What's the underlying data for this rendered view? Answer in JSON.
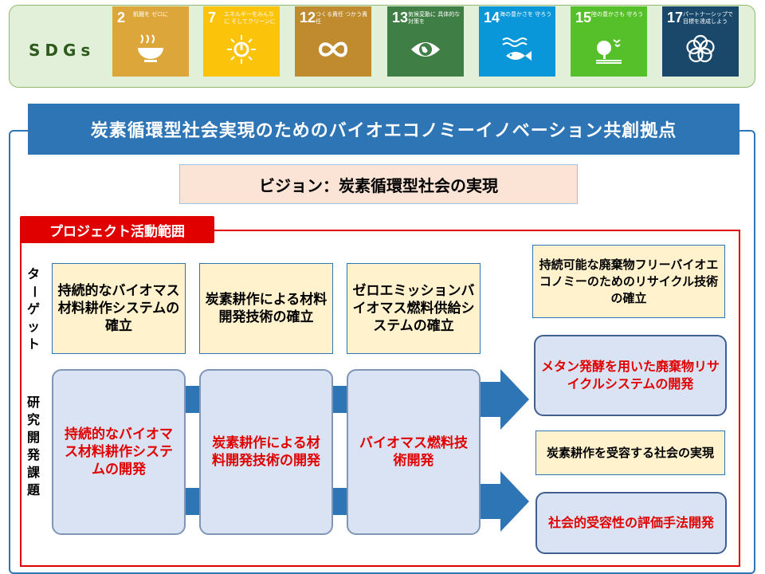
{
  "sdgs": {
    "label": "SDGs",
    "goals": [
      {
        "num": "2",
        "text": "飢餓を ゼロに",
        "color": "#dda63a",
        "icon": "bowl-icon"
      },
      {
        "num": "7",
        "text": "エネルギーをみんなに そしてクリーンに",
        "color": "#fcc30b",
        "icon": "sun-power-icon"
      },
      {
        "num": "12",
        "text": "つくる責任 つかう責任",
        "color": "#bf8b2e",
        "icon": "infinity-icon"
      },
      {
        "num": "13",
        "text": "気候変動に 具体的な対策を",
        "color": "#3f7e44",
        "icon": "eye-globe-icon"
      },
      {
        "num": "14",
        "text": "海の豊かさを 守ろう",
        "color": "#0a97d9",
        "icon": "fish-icon"
      },
      {
        "num": "15",
        "text": "陸の豊かさも 守ろう",
        "color": "#56c02b",
        "icon": "tree-bird-icon"
      },
      {
        "num": "17",
        "text": "パートナーシップで 目標を達成しよう",
        "color": "#19486a",
        "icon": "flower-rings-icon"
      }
    ]
  },
  "title": "炭素循環型社会実現のためのバイオエコノミーイノベーション共創拠点",
  "vision": "ビジョン：炭素循環型社会の実現",
  "project_label": "プロジェクト活動範囲",
  "side_labels": {
    "target": [
      "タ",
      "ー",
      "ゲ",
      "ッ",
      "ト"
    ],
    "research": [
      "研",
      "究",
      "開",
      "発",
      "課",
      "題"
    ]
  },
  "targets": [
    "持続的なバイオマス材料耕作システムの確立",
    "炭素耕作による材料開発技術の確立",
    "ゼロエミッションバイオマス燃料供給システムの確立",
    "持続可能な廃棄物フリーバイオエコノミーのためのリサイクル技術の確立",
    "炭素耕作を受容する社会の実現"
  ],
  "research_tasks": [
    "持続的なバイオマス材料耕作システムの開発",
    "炭素耕作による材料開発技術の開発",
    "バイオマス燃料技術開発",
    "メタン発酵を用いた廃棄物リサイクルシステムの開発",
    "社会的受容性の評価手法開発"
  ],
  "colors": {
    "blue": "#2e75b6",
    "red": "#e00000",
    "target_fill": "#fff2cc",
    "task_fill": "#dae3f3",
    "vision_fill": "#fbe4d5",
    "sdg_band": "#e2efd9"
  }
}
